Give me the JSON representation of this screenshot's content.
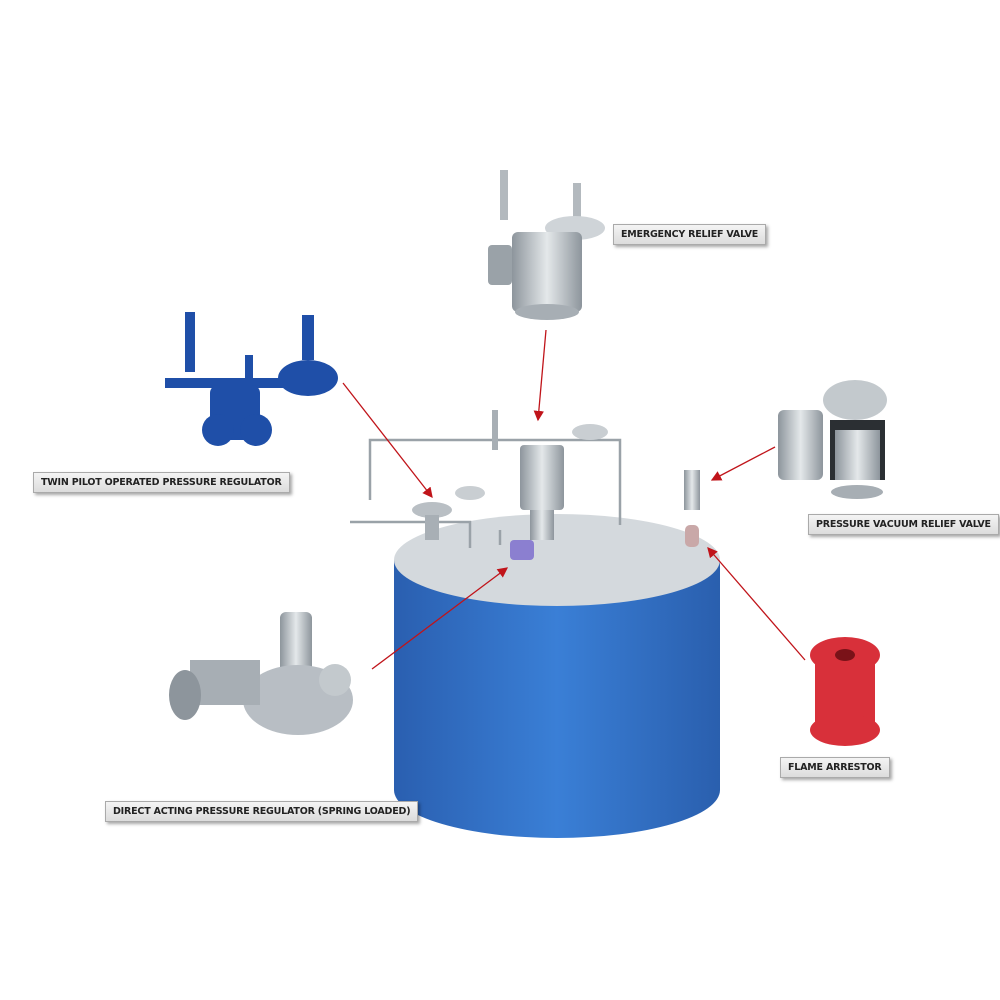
{
  "labels": {
    "emergency_relief_valve": "EMERGENCY RELIEF VALVE",
    "twin_pilot_regulator": "TWIN PILOT OPERATED PRESSURE REGULATOR",
    "pressure_vacuum_relief_valve": "PRESSURE VACUUM RELIEF VALVE",
    "flame_arrestor": "FLAME ARRESTOR",
    "direct_acting_regulator": "DIRECT ACTING PRESSURE REGULATOR (SPRING LOADED)"
  },
  "colors": {
    "tank": "#2f6fc4",
    "tank_top": "#d4d9dd",
    "arrow": "#c0141a",
    "twin_pilot": "#1f4fa8",
    "flame_arrestor": "#d8303a",
    "steel": "#b8bec4"
  }
}
